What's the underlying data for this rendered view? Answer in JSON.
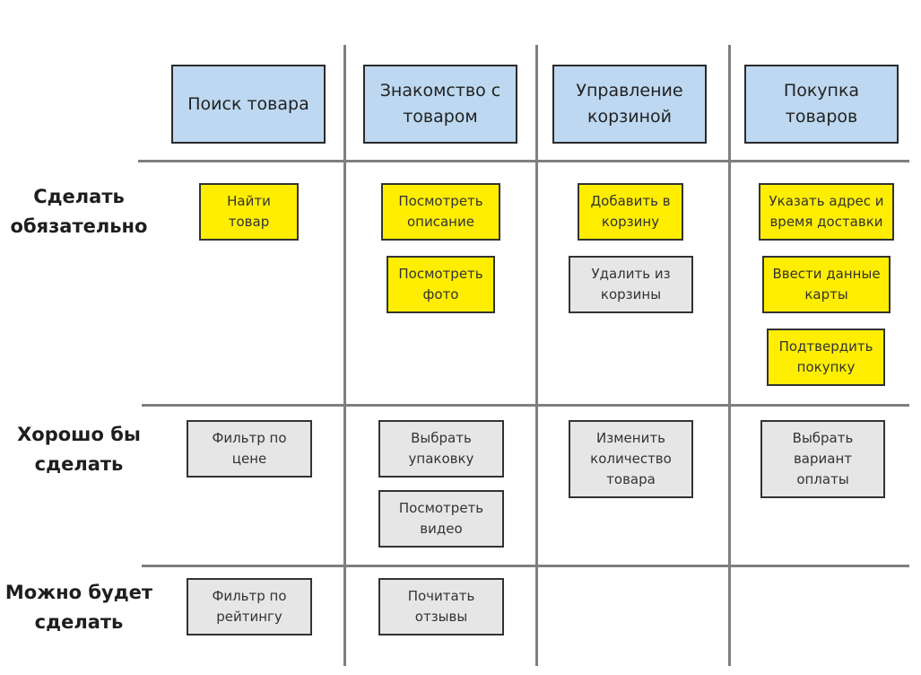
{
  "columns": [
    {
      "label": "Поиск товара"
    },
    {
      "label": "Знакомство с\nтоваром"
    },
    {
      "label": "Управление\nкорзиной"
    },
    {
      "label": "Покупка\nтоваров"
    }
  ],
  "rows": [
    {
      "label": "Сделать\nобязательно"
    },
    {
      "label": "Хорошо бы\nсделать"
    },
    {
      "label": "Можно будет\nсделать"
    }
  ],
  "colors": {
    "must": "#ffee00",
    "optional": "#e6e6e6",
    "header": "#bdd8f0",
    "grid": "#7f7f7f"
  },
  "notes": {
    "must": {
      "find_product": "Найти\nтовар",
      "view_description": "Посмотреть\nописание",
      "view_photo": "Посмотреть\nфото",
      "add_to_cart": "Добавить в\nкорзину",
      "remove_from_cart": "Удалить из\nкорзины",
      "address_time": "Указать адрес и\nвремя доставки",
      "card_data": "Ввести данные\nкарты",
      "confirm_purchase": "Подтвердить\nпокупку"
    },
    "nice": {
      "price_filter": "Фильтр по\nцене",
      "choose_package": "Выбрать\nупаковку",
      "watch_video": "Посмотреть\nвидео",
      "change_quantity": "Изменить\nколичество\nтовара",
      "payment_option": "Выбрать\nвариант\nоплаты"
    },
    "could": {
      "rating_filter": "Фильтр по\nрейтингу",
      "read_reviews": "Почитать\nотзывы"
    }
  }
}
